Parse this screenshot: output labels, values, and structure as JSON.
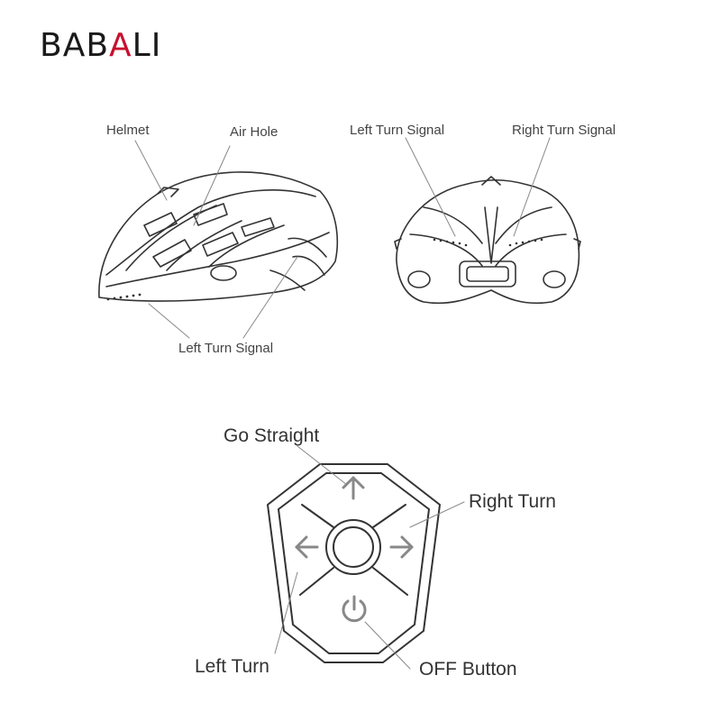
{
  "brand": {
    "logo_text": "BABALI",
    "accent_color": "#c8102e"
  },
  "helmet_side": {
    "labels": {
      "helmet": "Helmet",
      "air_hole": "Air Hole",
      "left_turn_signal": "Left Turn Signal"
    }
  },
  "helmet_rear": {
    "labels": {
      "left_turn_signal": "Left Turn Signal",
      "right_turn_signal": "Right Turn Signal"
    }
  },
  "remote": {
    "labels": {
      "go_straight": "Go Straight",
      "right_turn": "Right Turn",
      "left_turn": "Left Turn",
      "off_button": "OFF Button"
    },
    "icons": [
      "arrow-up-icon",
      "arrow-left-icon",
      "arrow-right-icon",
      "power-icon"
    ]
  }
}
